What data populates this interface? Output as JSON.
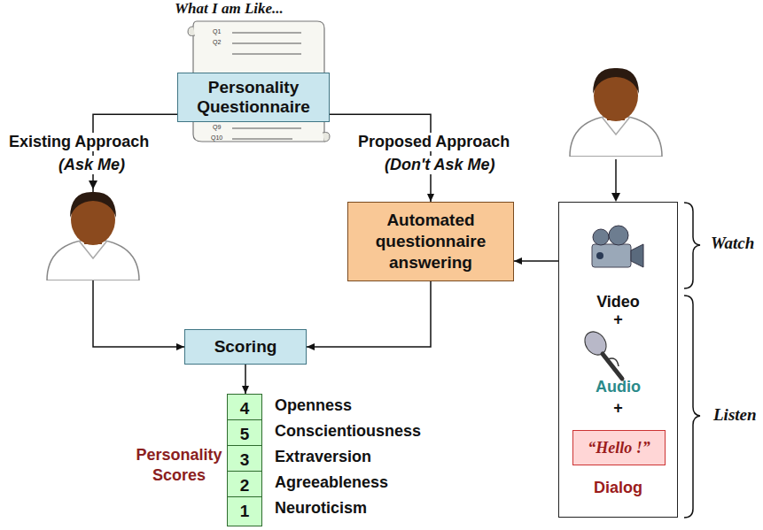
{
  "diagram": {
    "nodes": [
      {
        "text": [
          "Personality Questionnaire"
        ]
      },
      {
        "text": [
          "Automated questionnaire answering"
        ]
      },
      {
        "text": [
          "Video",
          "+",
          "Audio",
          "+",
          "Dialog"
        ]
      },
      {
        "text": [
          "“Hello !”"
        ],
        "in": 2
      },
      {
        "text": [
          "Scoring"
        ]
      },
      {
        "text": [
          "4"
        ]
      },
      {
        "text": [
          "5"
        ]
      },
      {
        "text": [
          "3"
        ]
      },
      {
        "text": [
          "2"
        ]
      },
      {
        "text": [
          "1"
        ]
      }
    ],
    "edges": [
      {
        "from": 0,
        "to": 4,
        "arrow": "to"
      },
      {
        "from": 0,
        "to": 1,
        "arrow": "to"
      },
      {
        "from": 2,
        "to": 1,
        "arrow": "to"
      },
      {
        "from": 1,
        "to": 4,
        "arrow": "to"
      },
      {
        "from": 4,
        "to": 5,
        "arrow": "to"
      }
    ],
    "labels": [
      "What I am Like...",
      "Q1",
      "Q2",
      "Q9",
      "Q10",
      "Existing Approach",
      "(Ask Me)",
      "Proposed Approach",
      "(Don't Ask Me)",
      "Watch",
      "Listen",
      "Personality Scores",
      "Openness",
      "Conscientiousness",
      "Extraversion",
      "Agreeableness",
      "Neuroticism"
    ]
  }
}
